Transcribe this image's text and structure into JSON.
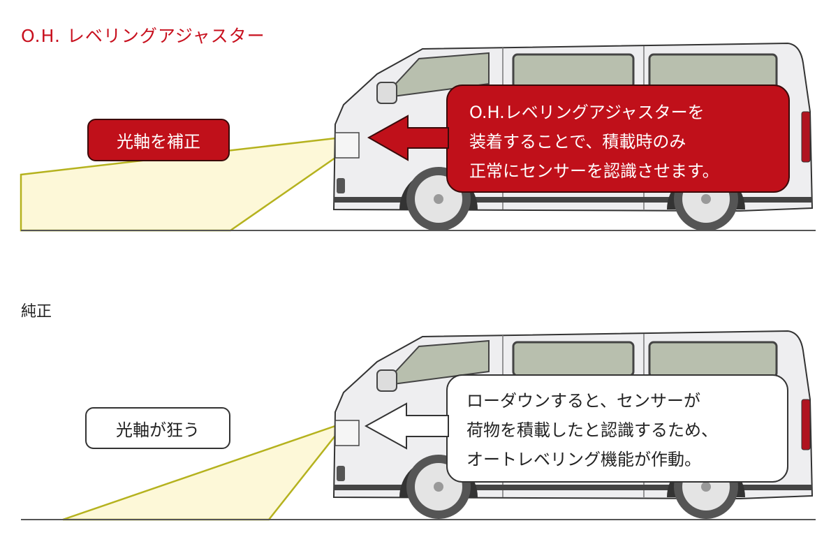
{
  "title": "O.H. レベリングアジャスター",
  "section_top": {
    "beam_label": "光軸を補正",
    "callout_lines": [
      "O.H.レベリングアジャスターを",
      "装着することで、積載時のみ",
      "正常にセンサーを認識させます。"
    ]
  },
  "section_bottom": {
    "heading": "純正",
    "beam_label": "光軸が狂う",
    "callout_lines": [
      "ローダウンすると、センサーが",
      "荷物を積載したと認識するため、",
      "オートレベリング機能が作動。"
    ]
  },
  "colors": {
    "accent_red": "#c0101a",
    "title_red": "#c8101e",
    "beam_fill": "#fdf8d8",
    "beam_stroke": "#b5b21e"
  }
}
